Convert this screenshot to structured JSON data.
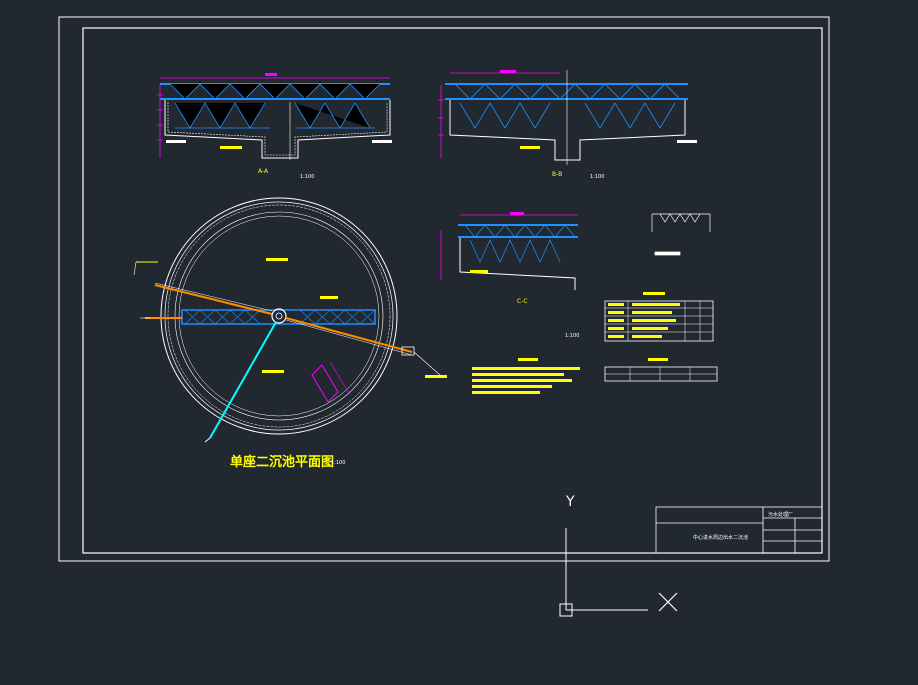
{
  "colors": {
    "background": "#212830",
    "frame": "#ffffff",
    "steel": "#1e90ff",
    "magenta": "#ff00ff",
    "yellow": "#ffff00",
    "cyan": "#00ffff",
    "orange": "#ff8c00"
  },
  "drawing": {
    "main_title": "单座二沉池平面图",
    "main_scale": "1:100",
    "section_aa": "A-A",
    "section_aa_scale": "1:100",
    "section_bb": "B-B",
    "section_bb_scale": "1:100",
    "section_cc": "C-C",
    "section_cc_scale": "1:100"
  },
  "title_block": {
    "project": "污水处理厂",
    "drawing_name": "中心进水周边出水二沉池"
  },
  "ucs": {
    "y_label": "Y",
    "x_icon": "close-x-icon"
  }
}
